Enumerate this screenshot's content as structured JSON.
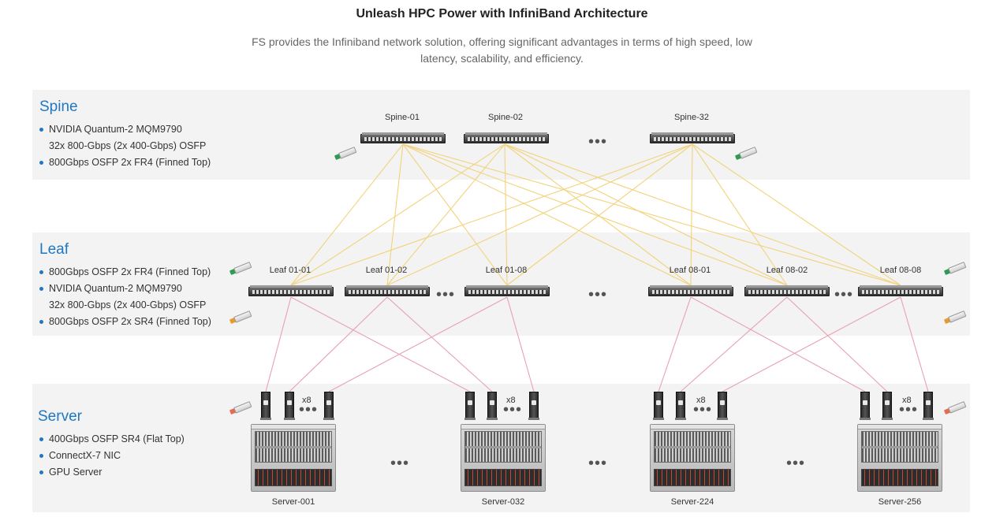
{
  "header": {
    "title": "Unleash HPC Power with InfiniBand Architecture",
    "subtitle": "FS provides the Infiniband network solution, offering significant advantages in terms of high speed, low latency, scalability, and efficiency."
  },
  "tiers": {
    "spine": {
      "title": "Spine",
      "bullets": [
        "NVIDIA Quantum-2 MQM9790",
        "32x 800-Gbps (2x 400-Gbps) OSFP",
        "800Gbps OSFP 2x FR4 (Finned Top)"
      ]
    },
    "leaf": {
      "title": "Leaf",
      "bullets": [
        "800Gbps OSFP 2x FR4 (Finned Top)",
        "NVIDIA Quantum-2 MQM9790",
        "32x 800-Gbps (2x 400-Gbps) OSFP",
        "800Gbps OSFP 2x SR4 (Finned Top)"
      ]
    },
    "server": {
      "title": "Server",
      "bullets": [
        "400Gbps OSFP SR4 (Flat Top)",
        "ConnectX-7 NIC",
        "GPU Server"
      ]
    }
  },
  "spine_switches": [
    "Spine-01",
    "Spine-02",
    "Spine-32"
  ],
  "leaf_switches": [
    "Leaf 01-01",
    "Leaf 01-02",
    "Leaf 01-08",
    "Leaf 08-01",
    "Leaf 08-02",
    "Leaf 08-08"
  ],
  "servers": [
    "Server-001",
    "Server-032",
    "Server-224",
    "Server-256"
  ],
  "nic_multiplier": "x8",
  "ellipsis": "•••",
  "colors": {
    "accent": "#1f78c1",
    "spine_leaf_link": "#f2d27a",
    "leaf_server_link": "#e9a0b3",
    "band": "#f3f3f3",
    "fr4_tab": "#2e9a55",
    "sr4_tab": "#e79a2f",
    "server_tab": "#e56b51"
  },
  "icons": [
    "transceiver-icon",
    "switch-icon",
    "nic-icon",
    "server-icon"
  ]
}
